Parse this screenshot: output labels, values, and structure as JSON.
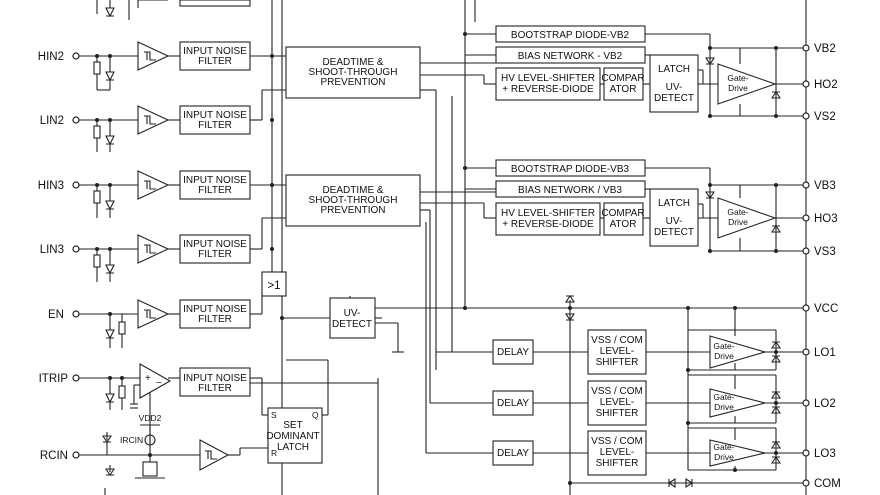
{
  "pins_left": {
    "hin2": "HIN2",
    "lin2": "LIN2",
    "hin3": "HIN3",
    "lin3": "LIN3",
    "en": "EN",
    "itrip": "ITRIP",
    "rcin": "RCIN"
  },
  "pins_right": {
    "vb2": "VB2",
    "ho2": "HO2",
    "vs2": "VS2",
    "vb3": "VB3",
    "ho3": "HO3",
    "vs3": "VS3",
    "vcc": "VCC",
    "lo1": "LO1",
    "lo2": "LO2",
    "lo3": "LO3",
    "com": "COM"
  },
  "filter": {
    "l1": "INPUT NOISE",
    "l2": "FILTER"
  },
  "deadtime": {
    "l1": "DEADTIME &",
    "l2": "SHOOT-THROUGH",
    "l3": "PREVENTION"
  },
  "bootstrap_vb2": "BOOTSTRAP DIODE-VB2",
  "bias_vb2": "BIAS NETWORK - VB2",
  "bootstrap_vb3": "BOOTSTRAP DIODE-VB3",
  "bias_vb3": "BIAS NETWORK / VB3",
  "levelshift": {
    "l1": "HV LEVEL-SHIFTER",
    "l2": "+ REVERSE-DIODE"
  },
  "comparator": {
    "l1": "COMPAR",
    "l2": "ATOR"
  },
  "latch_uv": {
    "l1": "LATCH",
    "l2": "UV-",
    "l3": "DETECT"
  },
  "gate": {
    "l1": "Gate-",
    "l2": "Drive"
  },
  "uv_detect": {
    "l1": "UV-",
    "l2": "DETECT"
  },
  "or_gate": ">1",
  "delay": "DELAY",
  "vss_shift": {
    "l1": "VSS / COM",
    "l2": "LEVEL-",
    "l3": "SHIFTER"
  },
  "set_latch": {
    "l1": "SET",
    "l2": "DOMINANT",
    "l3": "LATCH",
    "s": "S",
    "q": "Q",
    "r": "R"
  },
  "vdd2": "VDD2",
  "ircin": "IRCIN",
  "plus": "+",
  "minus": "−"
}
